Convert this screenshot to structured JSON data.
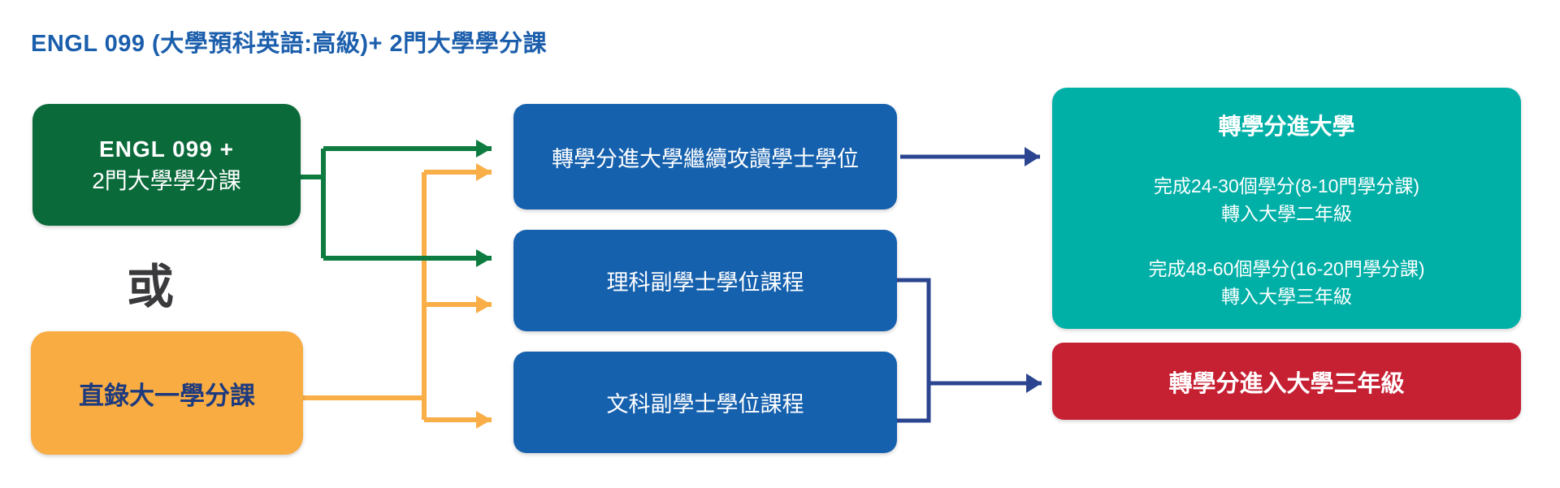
{
  "page": {
    "title": "ENGL 099 (大學預科英語:高級)+ 2門大學學分課"
  },
  "flowchart": {
    "start_options": {
      "engl_box": {
        "line1": "ENGL 099 +",
        "line2": "2門大學學分課"
      },
      "or_label": "或",
      "direct_entry_box": {
        "label": "直錄大一學分課"
      }
    },
    "programs": {
      "transfer_bachelor": "轉學分進大學繼續攻讀學士學位",
      "associate_science": "理科副學士學位課程",
      "associate_arts": "文科副學士學位課程"
    },
    "outcomes": {
      "transfer_university": {
        "title": "轉學分進大學",
        "detail1_line1": "完成24-30個學分(8-10門學分課)",
        "detail1_line2": "轉入大學二年級",
        "detail2_line1": "完成48-60個學分(16-20門學分課)",
        "detail2_line2": "轉入大學三年級"
      },
      "transfer_year3": {
        "label": "轉學分進入大學三年級"
      }
    }
  },
  "colors": {
    "title_text": "#1B5EAC",
    "green_box": "#0A6A3A",
    "yellow_box": "#F8AC42",
    "blue_box": "#1661AE",
    "teal_box": "#00B0A7",
    "red_box": "#C62133",
    "green_arrow": "#0E7B41",
    "yellow_arrow": "#F9AE47",
    "navy_arrow": "#2B4590",
    "or_text": "#3A3A3C",
    "yellow_box_text": "#1E3A7E"
  }
}
